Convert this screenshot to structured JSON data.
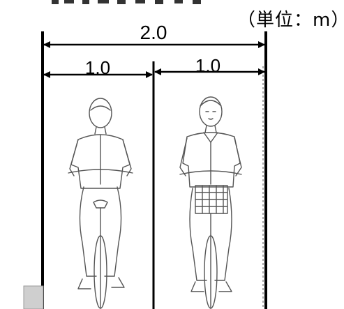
{
  "unit_label": "（単位：m）",
  "dimensions": {
    "total_width": "2.0",
    "left_half": "1.0",
    "right_half": "1.0"
  }
}
